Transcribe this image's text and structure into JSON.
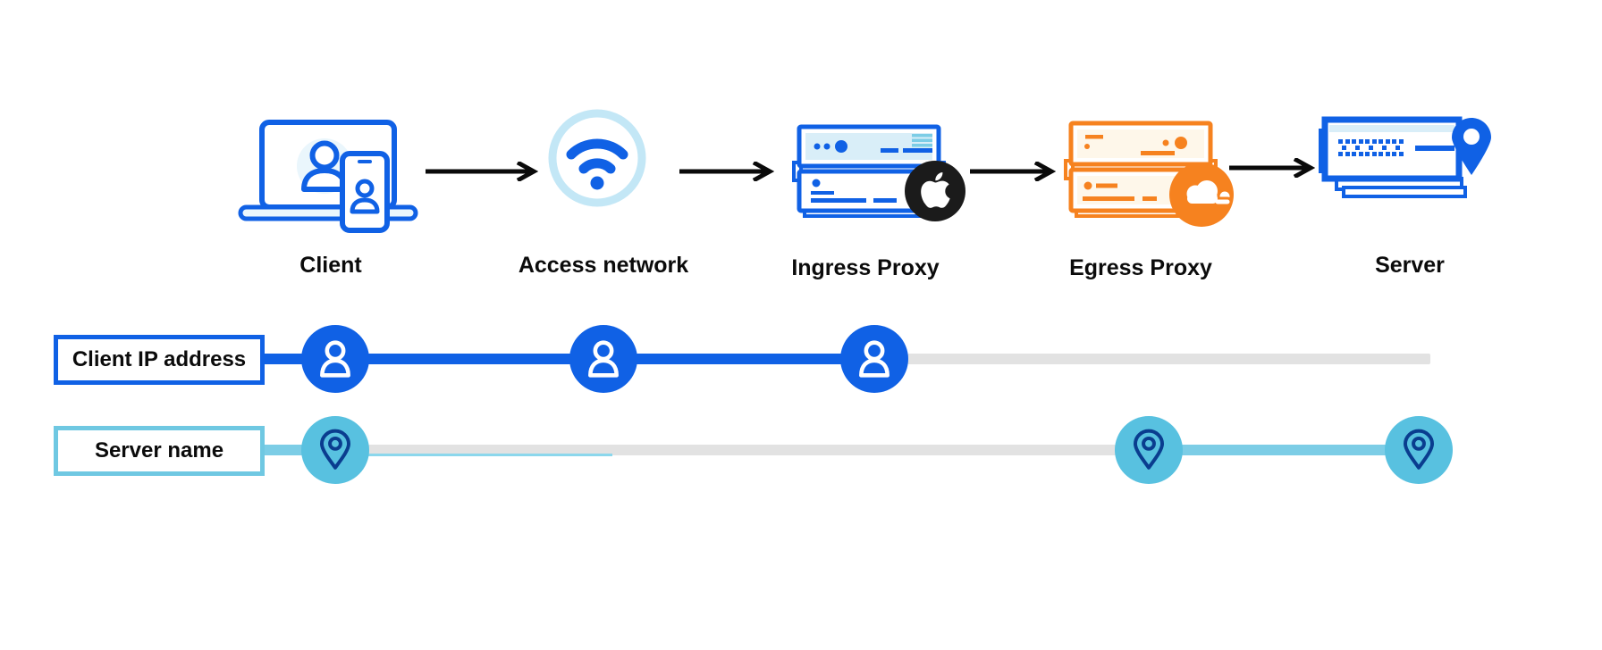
{
  "flow": {
    "nodes": [
      {
        "id": "client",
        "label": "Client",
        "icon": "laptop-phone-user-icon"
      },
      {
        "id": "access-network",
        "label": "Access network",
        "icon": "wifi-icon"
      },
      {
        "id": "ingress-proxy",
        "label": "Ingress Proxy",
        "icon": "server-stack-icon",
        "badge": "apple-logo"
      },
      {
        "id": "egress-proxy",
        "label": "Egress Proxy",
        "icon": "server-stack-icon",
        "badge": "cloudflare-logo"
      },
      {
        "id": "server",
        "label": "Server",
        "icon": "server-location-icon"
      }
    ]
  },
  "timelines": [
    {
      "id": "client-ip-address",
      "label": "Client IP address",
      "marker_icon": "person",
      "line_color": "#1061E5",
      "visible_at": [
        "client",
        "access-network",
        "ingress-proxy"
      ],
      "hidden_after": "ingress-proxy"
    },
    {
      "id": "server-name",
      "label": "Server name",
      "marker_icon": "location-pin",
      "line_color": "#7CCDE6",
      "visible_at": [
        "client",
        "egress-proxy",
        "server"
      ],
      "hidden_between": [
        "client",
        "egress-proxy"
      ]
    }
  ],
  "colors": {
    "blue": "#1061E5",
    "light_blue_fill": "#D9EEF8",
    "pale_blue_fill": "#EAF6FC",
    "wifi_ring": "#C3E7F6",
    "sky_circle": "#58C1E0",
    "sky_line": "#7CCDE6",
    "sky_border": "#6FC8E2",
    "sky_thin": "#8BD7EC",
    "navy": "#0A3D8F",
    "orange": "#F6821F",
    "cream_fill": "#FEF7EA",
    "gray_line": "#E2E2E2",
    "arrow_black": "#0A0A0A",
    "badge_black": "#1B1B1B"
  }
}
